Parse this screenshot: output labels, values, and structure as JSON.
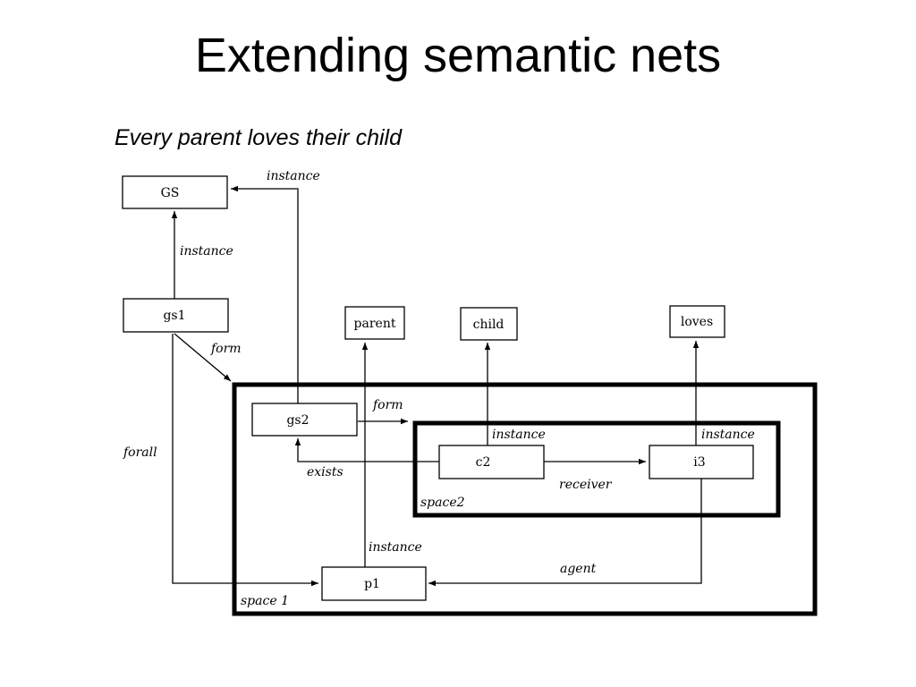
{
  "slide": {
    "title": "Extending semantic nets",
    "subtitle": "Every parent loves their child"
  },
  "nodes": {
    "GS": "GS",
    "gs1": "gs1",
    "gs2": "gs2",
    "parent": "parent",
    "child": "child",
    "loves": "loves",
    "c2": "c2",
    "i3": "i3",
    "p1": "p1"
  },
  "spaces": {
    "space1": "space 1",
    "space2": "space2"
  },
  "edges": {
    "gs2_instance_GS": "instance",
    "gs1_instance_GS": "instance",
    "gs1_form_space1": "form",
    "gs1_forall_p1": "forall",
    "gs2_form_space2": "form",
    "c2_exists_gs2": "exists",
    "c2_instance_child": "instance",
    "i3_instance_loves": "instance",
    "i3_receiver_c2": "receiver",
    "p1_instance_parent": "instance",
    "i3_agent_p1": "agent"
  }
}
